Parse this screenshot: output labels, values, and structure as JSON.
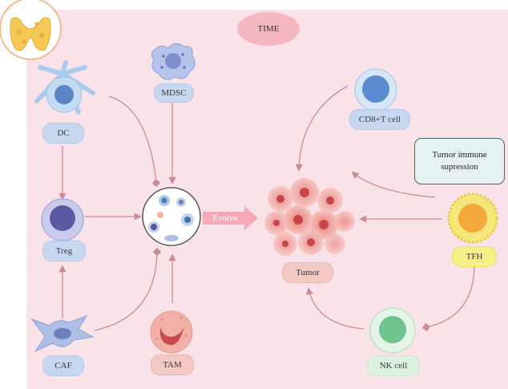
{
  "labels": {
    "time": "TIME",
    "mdsc": "MDSC",
    "dc": "DC",
    "treg": "Treg",
    "caf": "CAF",
    "tam": "TAM",
    "tumor": "Tumor",
    "cd8": "CD8+T cell",
    "tfh": "TFH",
    "nk": "NK cell",
    "evolve": "Evolve",
    "note": "Tumor immune supression"
  },
  "colors": {
    "background_panel": "#fae3e8",
    "arrow": "#c98a9b",
    "label_blue": "#c7d7f0",
    "label_pink": "#f4c9c4",
    "label_yellow": "#f7ee8a",
    "label_green": "#dcf1df",
    "evolve_arrow": "#f7a8b8"
  },
  "icons": [
    "thyroid-icon",
    "mdsc-cell-icon",
    "dendritic-cell-icon",
    "treg-cell-icon",
    "caf-cell-icon",
    "tam-cell-icon",
    "immune-mix-icon",
    "tumor-mass-icon",
    "cd8-t-cell-icon",
    "tfh-cell-icon",
    "nk-cell-icon"
  ]
}
